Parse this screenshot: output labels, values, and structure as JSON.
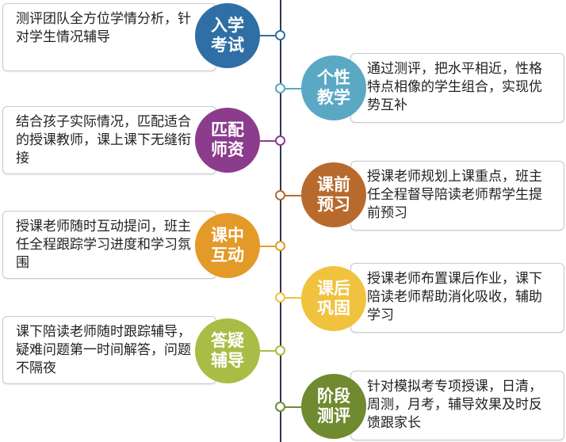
{
  "steps": [
    {
      "title1": "入学",
      "title2": "考试",
      "desc": "测评团队全方位学情分析，针对学生情况辅导",
      "color": "#2f6fa5"
    },
    {
      "title1": "个性",
      "title2": "教学",
      "desc": "通过测评，把水平相近，性格特点相像的学生组合，实现优势互补",
      "color": "#5aa8c4"
    },
    {
      "title1": "匹配",
      "title2": "师资",
      "desc": "结合孩子实际情况，匹配适合的授课教师，课上课下无缝衔接",
      "color": "#8c3c8c"
    },
    {
      "title1": "课前",
      "title2": "预习",
      "desc": "授课老师规划上课重点，班主任全程督导陪读老师帮学生提前预习",
      "color": "#b86a2d"
    },
    {
      "title1": "课中",
      "title2": "互动",
      "desc": "授课老师随时互动提问，班主任全程跟踪学习进度和学习氛围",
      "color": "#e39a29"
    },
    {
      "title1": "课后",
      "title2": "巩固",
      "desc": "授课老师布置课后作业，课下陪读老师帮助消化吸收，辅助学习",
      "color": "#f0c23e"
    },
    {
      "title1": "答疑",
      "title2": "辅导",
      "desc": "课下陪读老师随时跟踪辅导，疑难问题第一时间解答，问题不隔夜",
      "color": "#a9bd46"
    },
    {
      "title1": "阶段",
      "title2": "测评",
      "desc": "针对模拟考专项授课，日清，周测，月考，辅导效果及时反馈跟家长",
      "color": "#6f8a2f"
    }
  ]
}
